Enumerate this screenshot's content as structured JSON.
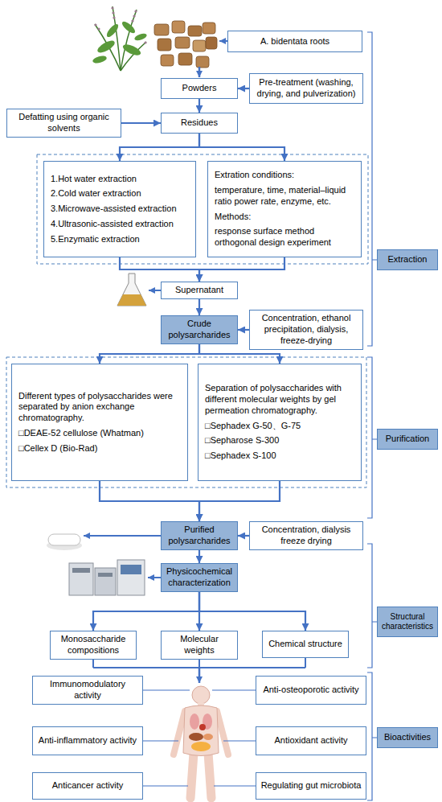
{
  "diagram": {
    "nodes": [
      {
        "text": [
          "A. bidentata roots"
        ]
      },
      {
        "text": [
          "Pre-treatment (washing, drying, and pulverization)"
        ]
      },
      {
        "text": [
          "Powders"
        ]
      },
      {
        "text": [
          "Defatting using organic solvents"
        ]
      },
      {
        "text": [
          "Residues"
        ]
      },
      {
        "text": [
          "1.Hot water extraction",
          "2.Cold water extraction",
          "3.Microwave-assisted extraction",
          "4.Ultrasonic-assisted extraction",
          "5.Enzymatic extraction"
        ]
      },
      {
        "text": [
          "Extration conditions:",
          "temperature, time, material–liquid ratio power rate, enzyme, etc.",
          "Methods:",
          "response surface method orthogonal design experiment"
        ]
      },
      {
        "text": [
          "Supernatant"
        ]
      },
      {
        "text": [
          "Concentration, ethanol precipitation, dialysis, freeze-drying"
        ]
      },
      {
        "text": [
          "Crude polysarcharides"
        ]
      },
      {
        "text": [
          "Extraction"
        ]
      },
      {
        "text": [
          "Different types of polysaccharides were separated by anion exchange chromatography.",
          "□DEAE-52 cellulose (Whatman)",
          "□Cellex D (Bio-Rad)"
        ]
      },
      {
        "text": [
          "Separation of polysaccharides with different molecular weights by gel permeation chromatography.",
          "□Sephadex G-50、G-75",
          "□Sepharose S-300",
          "□Sephadex S-100"
        ]
      },
      {
        "text": [
          "Concentration, dialysis freeze drying"
        ]
      },
      {
        "text": [
          "Purified polysarcharides"
        ]
      },
      {
        "text": [
          "Purification"
        ]
      },
      {
        "text": [
          "Physicochemical characterization"
        ]
      },
      {
        "text": [
          "Monosaccharide compositions"
        ]
      },
      {
        "text": [
          "Molecular weights"
        ]
      },
      {
        "text": [
          "Chemical structure"
        ]
      },
      {
        "text": [
          "Structural characteristics"
        ]
      },
      {
        "text": [
          "Immunomodulatory activity"
        ]
      },
      {
        "text": [
          "Anti-osteoporotic activity"
        ]
      },
      {
        "text": [
          "Anti-inflammatory activity"
        ]
      },
      {
        "text": [
          "Antioxidant activity"
        ]
      },
      {
        "text": [
          "Anticancer activity"
        ]
      },
      {
        "text": [
          "Regulating gut microbiota"
        ]
      },
      {
        "text": [
          "Bioactivities"
        ]
      }
    ],
    "edges": [
      {
        "from": 1,
        "to": 2,
        "arrow": "to"
      },
      {
        "from": 2,
        "to": 4,
        "arrow": "to"
      },
      {
        "from": 3,
        "to": 4,
        "arrow": "to"
      },
      {
        "from": 4,
        "to": 5,
        "arrow": "to"
      },
      {
        "from": 4,
        "to": 6,
        "arrow": "to"
      },
      {
        "from": 5,
        "to": 7,
        "arrow": "to"
      },
      {
        "from": 6,
        "to": 7,
        "arrow": "to"
      },
      {
        "from": 7,
        "to": 9,
        "arrow": "to"
      },
      {
        "from": 8,
        "to": 9,
        "arrow": "to"
      },
      {
        "from": 9,
        "to": 11,
        "arrow": "to"
      },
      {
        "from": 9,
        "to": 12,
        "arrow": "to"
      },
      {
        "from": 11,
        "to": 14,
        "arrow": "to"
      },
      {
        "from": 12,
        "to": 14,
        "arrow": "to"
      },
      {
        "from": 13,
        "to": 14,
        "arrow": "to"
      },
      {
        "from": 14,
        "to": 16,
        "arrow": "to"
      },
      {
        "from": 16,
        "to": 17,
        "arrow": "to"
      },
      {
        "from": 16,
        "to": 18,
        "arrow": "to"
      },
      {
        "from": 16,
        "to": 19,
        "arrow": "to"
      }
    ]
  }
}
